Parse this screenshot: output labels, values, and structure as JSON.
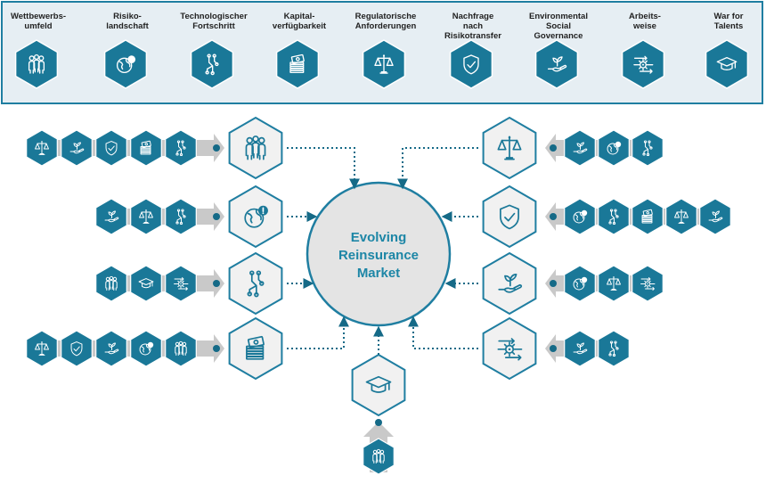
{
  "categories": [
    {
      "id": "c1",
      "label": "Wettbewerbs-\numfeld",
      "icon": "people-icon"
    },
    {
      "id": "c2",
      "label": "Risiko-\nlandschaft",
      "icon": "globe-alert-icon"
    },
    {
      "id": "c3",
      "label": "Technologischer\nFortschritt",
      "icon": "circuit-icon"
    },
    {
      "id": "c4",
      "label": "Kapital-\nverfügbarkeit",
      "icon": "money-stack-icon"
    },
    {
      "id": "c5",
      "label": "Regulatorische\nAnforderungen",
      "icon": "scales-icon"
    },
    {
      "id": "c6",
      "label": "Nachfrage\nnach\nRisikotransfer",
      "icon": "shield-check-icon"
    },
    {
      "id": "c7",
      "label": "Environmental\nSocial\nGovernance",
      "icon": "hand-plant-icon"
    },
    {
      "id": "c8",
      "label": "Arbeits-\nweise",
      "icon": "gear-arrows-icon"
    },
    {
      "id": "c9",
      "label": "War for\nTalents",
      "icon": "graduation-cap-icon"
    }
  ],
  "center": {
    "lines": [
      "Evolving",
      "Reinsurance",
      "Market"
    ]
  },
  "left_rows": [
    {
      "main": "c1",
      "inputs": [
        "c5",
        "c7",
        "c6",
        "c4",
        "c3"
      ]
    },
    {
      "main": "c2",
      "inputs": [
        "c7",
        "c5",
        "c3"
      ]
    },
    {
      "main": "c3",
      "inputs": [
        "c1",
        "c9",
        "c8"
      ]
    },
    {
      "main": "c4",
      "inputs": [
        "c5",
        "c6",
        "c7",
        "c2",
        "c1"
      ]
    }
  ],
  "right_rows": [
    {
      "main": "c5",
      "inputs": [
        "c7",
        "c2",
        "c3"
      ]
    },
    {
      "main": "c6",
      "inputs": [
        "c2",
        "c3",
        "c4",
        "c5",
        "c7"
      ]
    },
    {
      "main": "c7",
      "inputs": [
        "c2",
        "c5",
        "c8"
      ]
    },
    {
      "main": "c8",
      "inputs": [
        "c7",
        "c3"
      ]
    }
  ],
  "bottom_row": {
    "main": "c9",
    "inputs": [
      "c1"
    ]
  },
  "colors": {
    "teal": "#1a7898",
    "teal_dark": "#156a87",
    "outline": "#1f7ea1",
    "light_fill": "#f1f1f1",
    "center_fill": "#e4e4e4",
    "arrow": "#c9c9c9",
    "legend_bg": "#e6eef3"
  }
}
